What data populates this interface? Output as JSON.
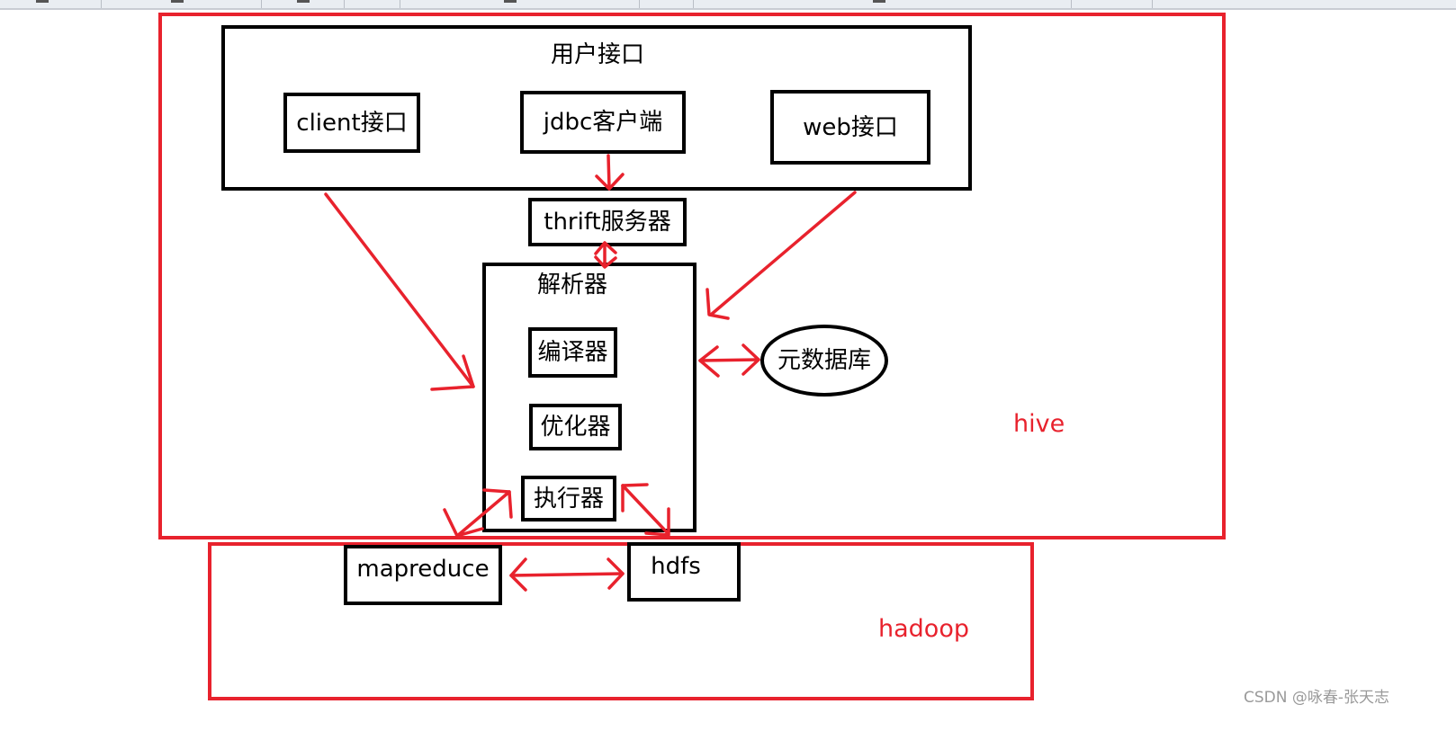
{
  "colors": {
    "red": "#e8222d",
    "black": "#000000"
  },
  "diagram": {
    "hive_label": "hive",
    "hadoop_label": "hadoop",
    "user_interface": {
      "title": "用户接口",
      "client": "client接口",
      "jdbc": "jdbc客户端",
      "web": "web接口"
    },
    "thrift": "thrift服务器",
    "parser": {
      "title": "解析器",
      "compiler": "编译器",
      "optimizer": "优化器",
      "executor": "执行器"
    },
    "metastore": "元数据库",
    "mapreduce": "mapreduce",
    "hdfs": "hdfs"
  },
  "watermark": "CSDN @咏春-张天志"
}
